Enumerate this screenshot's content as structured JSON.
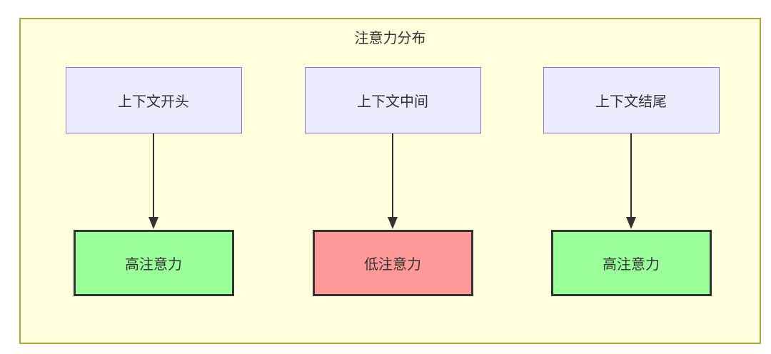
{
  "diagram": {
    "title": "注意力分布",
    "type": "flowchart",
    "colors": {
      "container_fill": "#ffffde",
      "container_border": "#aaaa33",
      "source_fill": "#ececff",
      "source_border": "#9370db",
      "high_fill": "#99ff99",
      "low_fill": "#ff9999",
      "target_border": "#333333",
      "arrow": "#333333",
      "text": "#333333"
    },
    "lanes": [
      {
        "source": "上下文开头",
        "target": "高注意力",
        "level": "high"
      },
      {
        "source": "上下文中间",
        "target": "低注意力",
        "level": "low"
      },
      {
        "source": "上下文结尾",
        "target": "高注意力",
        "level": "high"
      }
    ]
  }
}
